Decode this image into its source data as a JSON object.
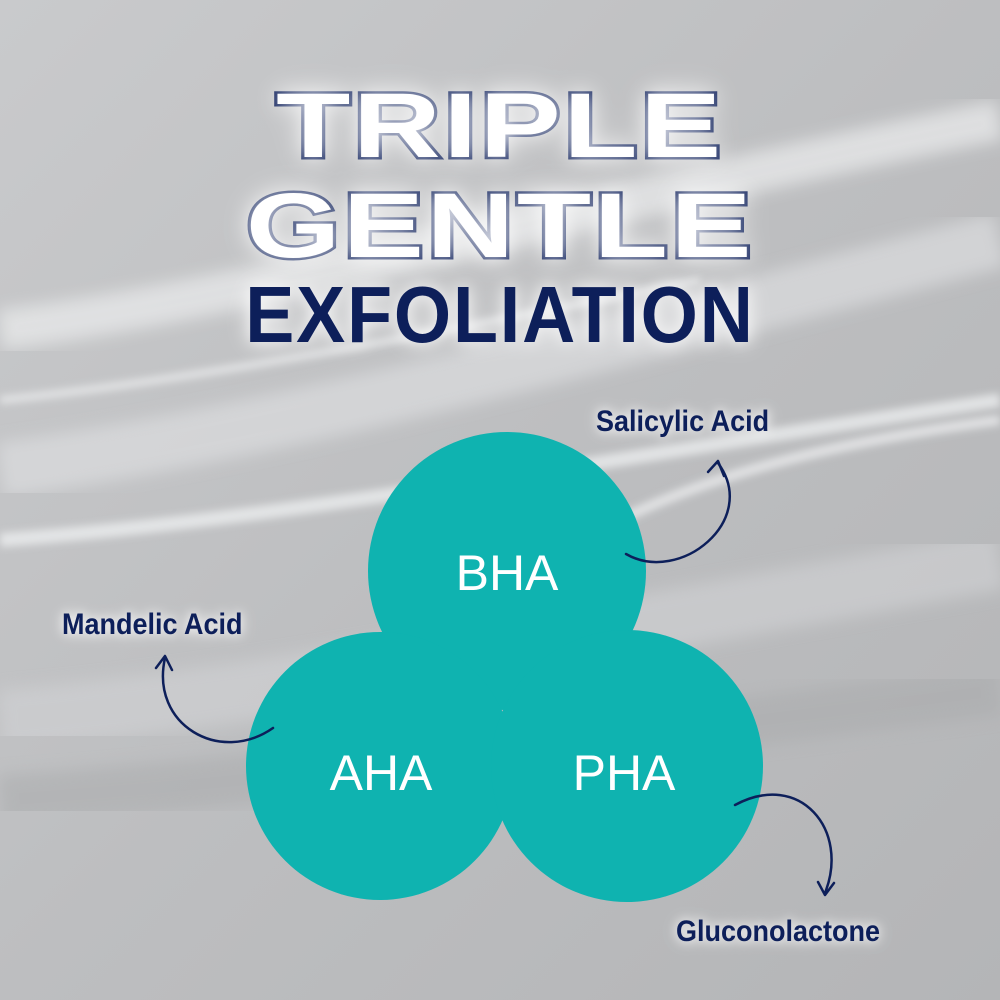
{
  "title": {
    "line1": "TRIPLE",
    "line2": "GENTLE",
    "line3": "EXFOLIATION"
  },
  "circles": [
    {
      "id": "bha",
      "label": "BHA",
      "acid": "Salicylic Acid"
    },
    {
      "id": "aha",
      "label": "AHA",
      "acid": "Mandelic Acid"
    },
    {
      "id": "pha",
      "label": "PHA",
      "acid": "Gluconolactone"
    }
  ],
  "colors": {
    "circle": "#0fb3b0",
    "navy": "#0d1f5a",
    "circle_text": "#ffffff",
    "background": "#b9babc"
  }
}
